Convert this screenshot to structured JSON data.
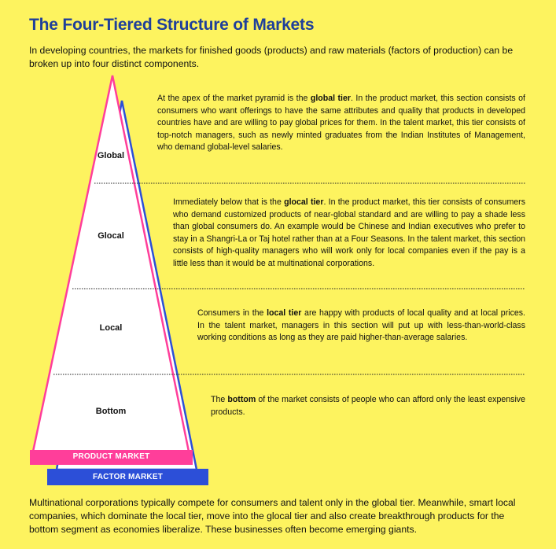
{
  "title": "The Four-Tiered Structure of Markets",
  "intro": "In developing countries, the markets for finished goods (products) and raw materials (factors of production) can be broken up into four distinct components.",
  "tiers": [
    {
      "label": "Global",
      "text_before": "At the apex of the market pyramid is the ",
      "term": "global tier",
      "text_after": ". In the product market, this section consists of consumers who want offerings to have the same attributes and quality that products in developed countries have and are willing to pay global prices for them. In the talent market, this tier consists of top-notch managers, such as newly minted graduates from the Indian Institutes of Management, who demand global-level salaries."
    },
    {
      "label": "Glocal",
      "text_before": "Immediately below that is the ",
      "term": "glocal tier",
      "text_after": ". In the product market, this tier consists of consumers who demand customized products of near-global standard and are willing to pay a shade less than global consumers do. An example would be Chinese and Indian executives who prefer to stay in a Shangri-La or Taj hotel rather than at a Four Seasons. In the talent market, this section consists of high-quality managers who will work only for local companies even if the pay is a little less than it would be at multinational corporations."
    },
    {
      "label": "Local",
      "text_before": "Consumers in the ",
      "term": "local tier",
      "text_after": " are happy with products of local quality and at local prices. In the talent market, managers in this section will put up with less-than-world-class working conditions as long as they are paid higher-than-average salaries."
    },
    {
      "label": "Bottom",
      "text_before": "The ",
      "term": "bottom",
      "text_after": " of the market consists of people who can afford only the least expensive products."
    }
  ],
  "product_market_label": "PRODUCT MARKET",
  "factor_market_label": "FACTOR MARKET",
  "outro": "Multinational corporations typically compete for consumers and talent only in the global tier. Meanwhile, smart local companies, which dominate the local tier, move into the glocal tier and also create breakthrough products for the bottom segment as economies liberalize. These businesses often become emerging giants.",
  "colors": {
    "background": "#fdf35f",
    "title": "#1f3f9a",
    "product_market": "#ff3e9a",
    "factor_market": "#2c4fd8",
    "pyramid_fill": "#ffffff"
  }
}
